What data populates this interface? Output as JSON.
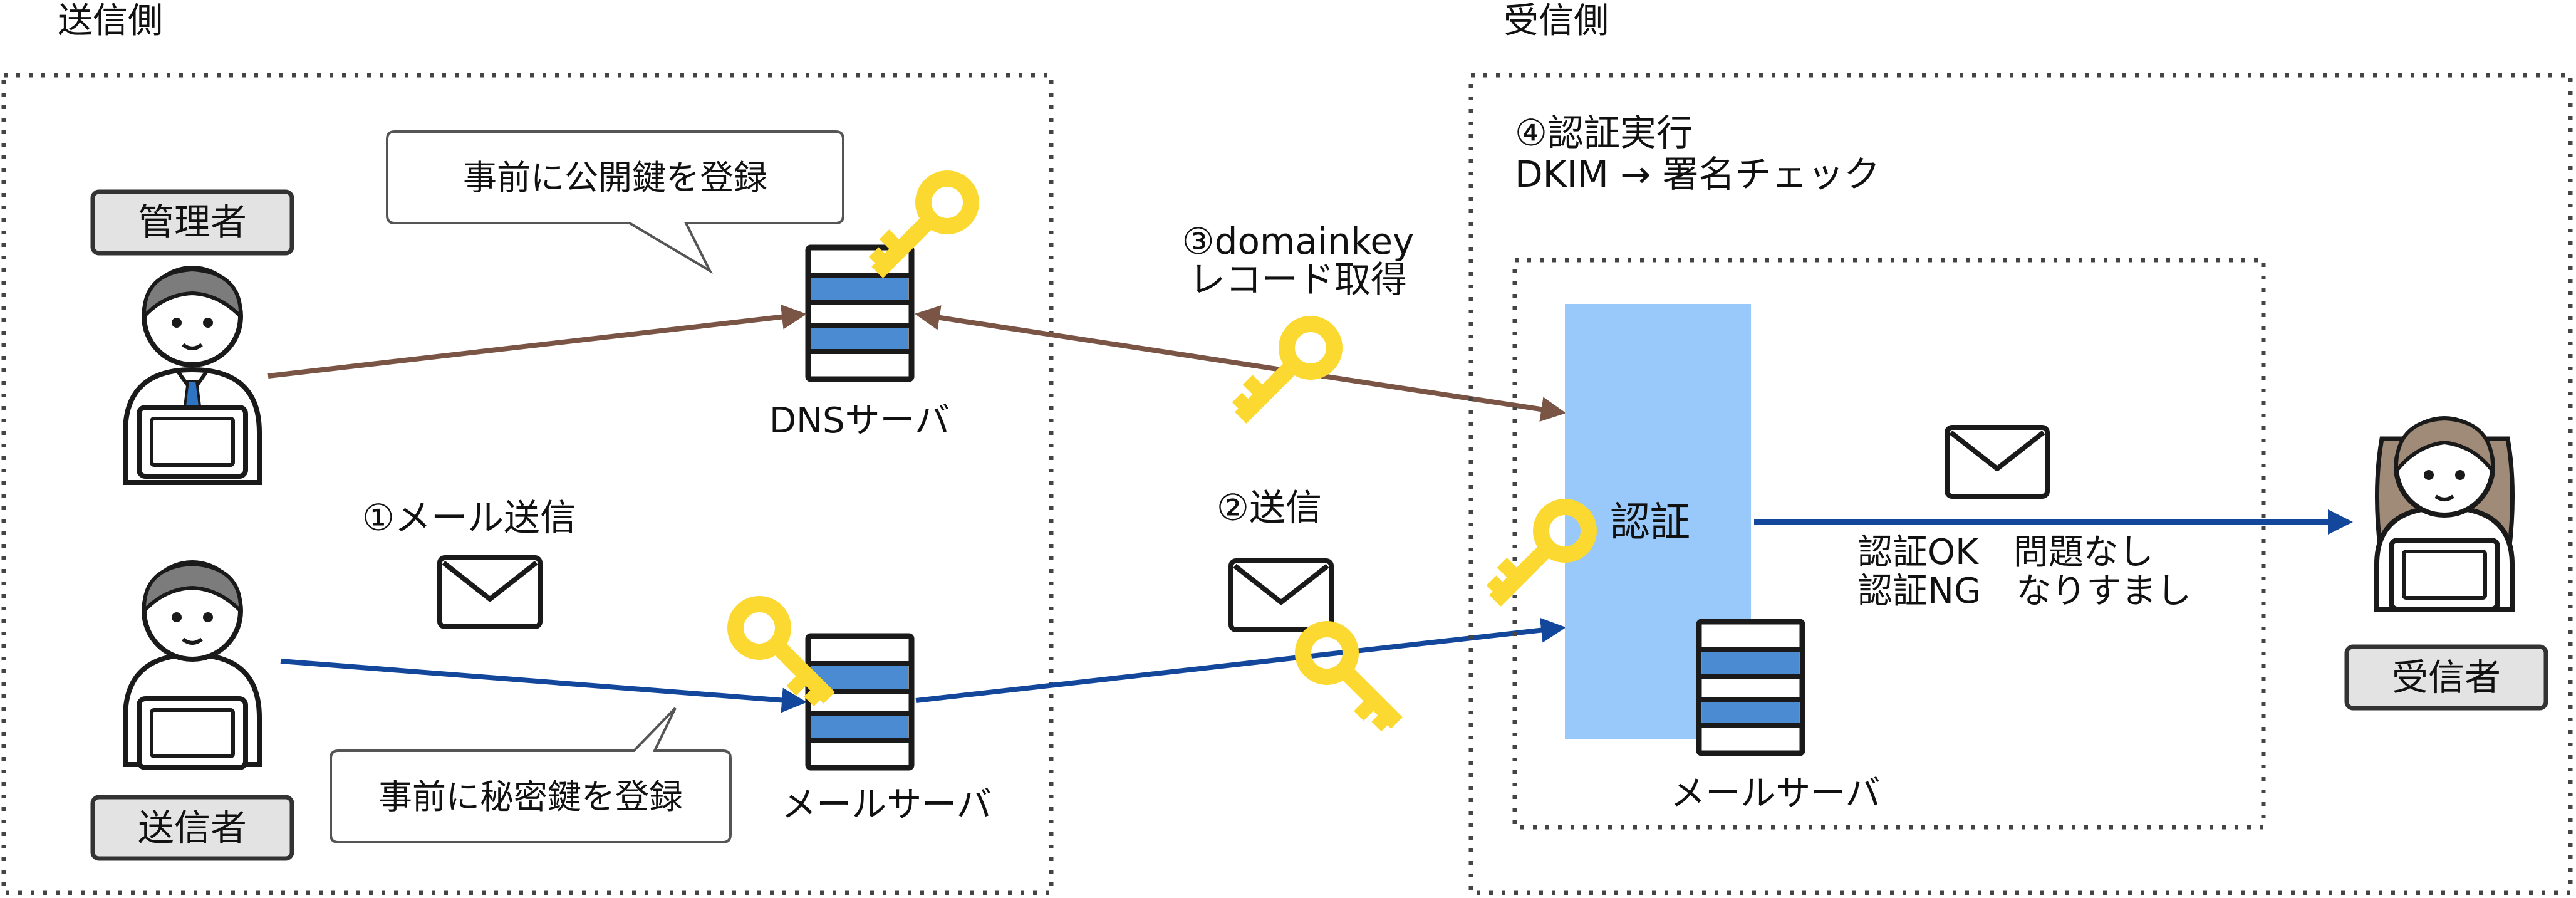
{
  "colors": {
    "brown_arrow": "#7a5444",
    "blue_arrow": "#13479c",
    "key": "#fbd930",
    "server_stripe": "#4a8bd2",
    "auth_panel": "#99c9fb",
    "tag_fill": "#e3e3e3",
    "skin": "#ffffff",
    "hair_gray": "#7c7c7c",
    "hair_brown": "#a08a78",
    "tie": "#2f74c2"
  },
  "sender": {
    "section_label": "送信側",
    "admin_tag": "管理者",
    "sender_tag": "送信者",
    "bubble_public_key": "事前に公開鍵を登録",
    "bubble_private_key": "事前に秘密鍵を登録",
    "dns_server_label": "DNSサーバ",
    "mail_server_label": "メールサーバ",
    "step1_label": "①メール送信"
  },
  "middle": {
    "step3_line1": "③domainkey",
    "step3_line2": "レコード取得",
    "step2_label": "②送信"
  },
  "receiver": {
    "section_label": "受信側",
    "step4_line1": "④認証実行",
    "step4_line2": "DKIM → 署名チェック",
    "auth_label": "認証",
    "result_ok": "認証OK　問題なし",
    "result_ng": "認証NG　なりすまし",
    "mail_server_label": "メールサーバ",
    "receiver_tag": "受信者"
  },
  "icons": {
    "person": "person-at-laptop-icon",
    "server": "server-rack-icon",
    "key": "key-icon",
    "mail": "envelope-icon"
  }
}
